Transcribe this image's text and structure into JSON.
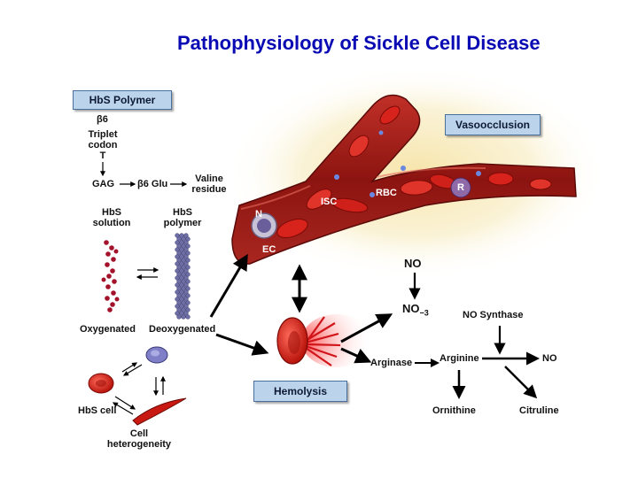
{
  "title": "Pathophysiology of Sickle Cell Disease",
  "boxes": {
    "polymer": "HbS Polymer",
    "vaso": "Vasoocclusion",
    "hemolysis": "Hemolysis"
  },
  "codon": {
    "beta6": "β6",
    "triplet": "Triplet",
    "codon": "codon",
    "t": "T",
    "gag": "GAG",
    "glu": "β6 Glu",
    "valine": "Valine",
    "residue": "residue"
  },
  "hbs": {
    "solution_1": "HbS",
    "solution_2": "solution",
    "polymer_1": "HbS",
    "polymer_2": "polymer",
    "oxygenated": "Oxygenated",
    "deoxygenated": "Deoxygenated",
    "cell": "HbS cell",
    "het_1": "Cell",
    "het_2": "heterogeneity"
  },
  "vessel": {
    "n": "N",
    "ec": "EC",
    "isc": "ISC",
    "rbc": "RBC",
    "r": "R"
  },
  "no_path": {
    "no_top": "NO",
    "no3_base": "NO",
    "no3_sup": "−3",
    "synthase": "NO Synthase",
    "arginase": "Arginase",
    "arginine": "Arginine",
    "no_right": "NO",
    "ornithine": "Ornithine",
    "citruline": "Citruline"
  }
}
